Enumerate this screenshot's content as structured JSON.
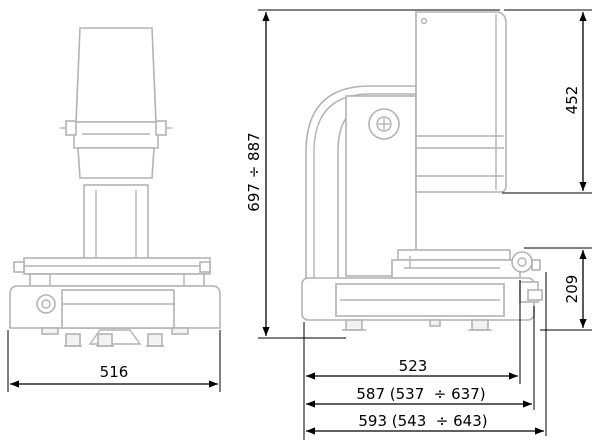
{
  "drawing": {
    "front_view": {
      "dim_width": "516"
    },
    "side_view": {
      "dim_height_range": "697 ÷ 887",
      "dim_head_height": "452",
      "dim_stage_height": "209",
      "dim_depth_1": "523",
      "dim_depth_2": "587 (537  ÷ 637)",
      "dim_depth_3": "593 (543  ÷ 643)"
    }
  },
  "colors": {
    "machine_outline": "#b3b3b3",
    "dimension_lines": "#000000",
    "background": "#ffffff"
  }
}
